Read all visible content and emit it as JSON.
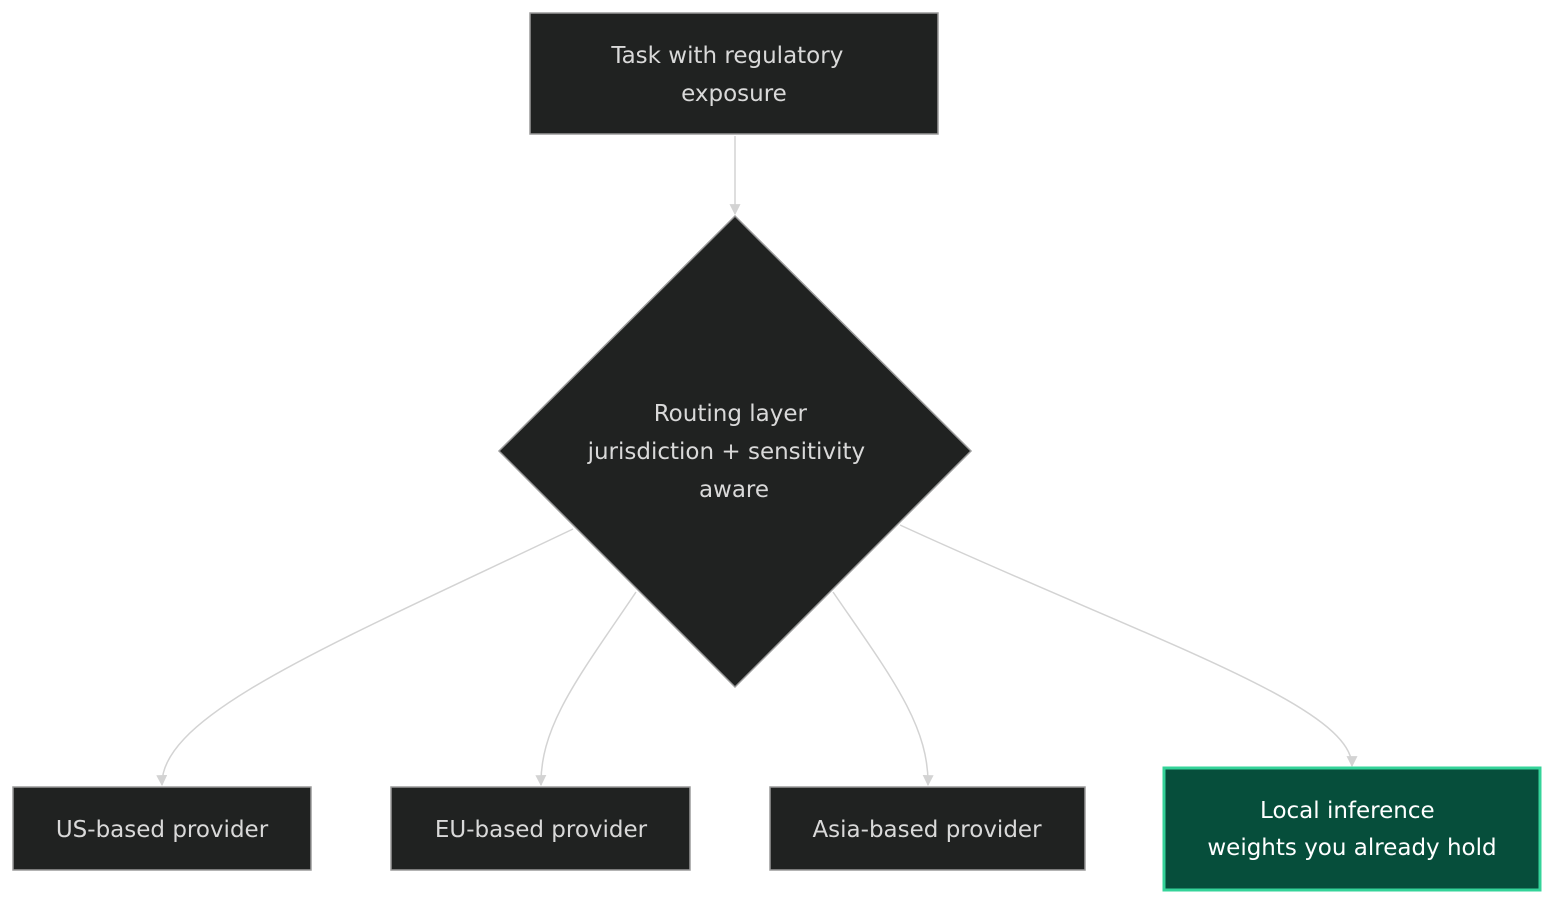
{
  "diagram": {
    "colors": {
      "node_fill": "#202221",
      "node_stroke": "#9a9a9a",
      "node_text": "#d9d9d9",
      "edge": "#d3d3d3",
      "accent_fill": "#064e3b",
      "accent_stroke": "#34d399",
      "accent_text": "#ffffff"
    },
    "nodes": {
      "task": {
        "lines": [
          "Task with regulatory",
          "exposure"
        ]
      },
      "router": {
        "lines": [
          "Routing layer",
          "jurisdiction + sensitivity",
          "aware"
        ]
      },
      "us": {
        "lines": [
          "US-based provider"
        ]
      },
      "eu": {
        "lines": [
          "EU-based provider"
        ]
      },
      "asia": {
        "lines": [
          "Asia-based provider"
        ]
      },
      "local": {
        "lines": [
          "Local inference",
          "weights you already hold"
        ]
      }
    }
  }
}
